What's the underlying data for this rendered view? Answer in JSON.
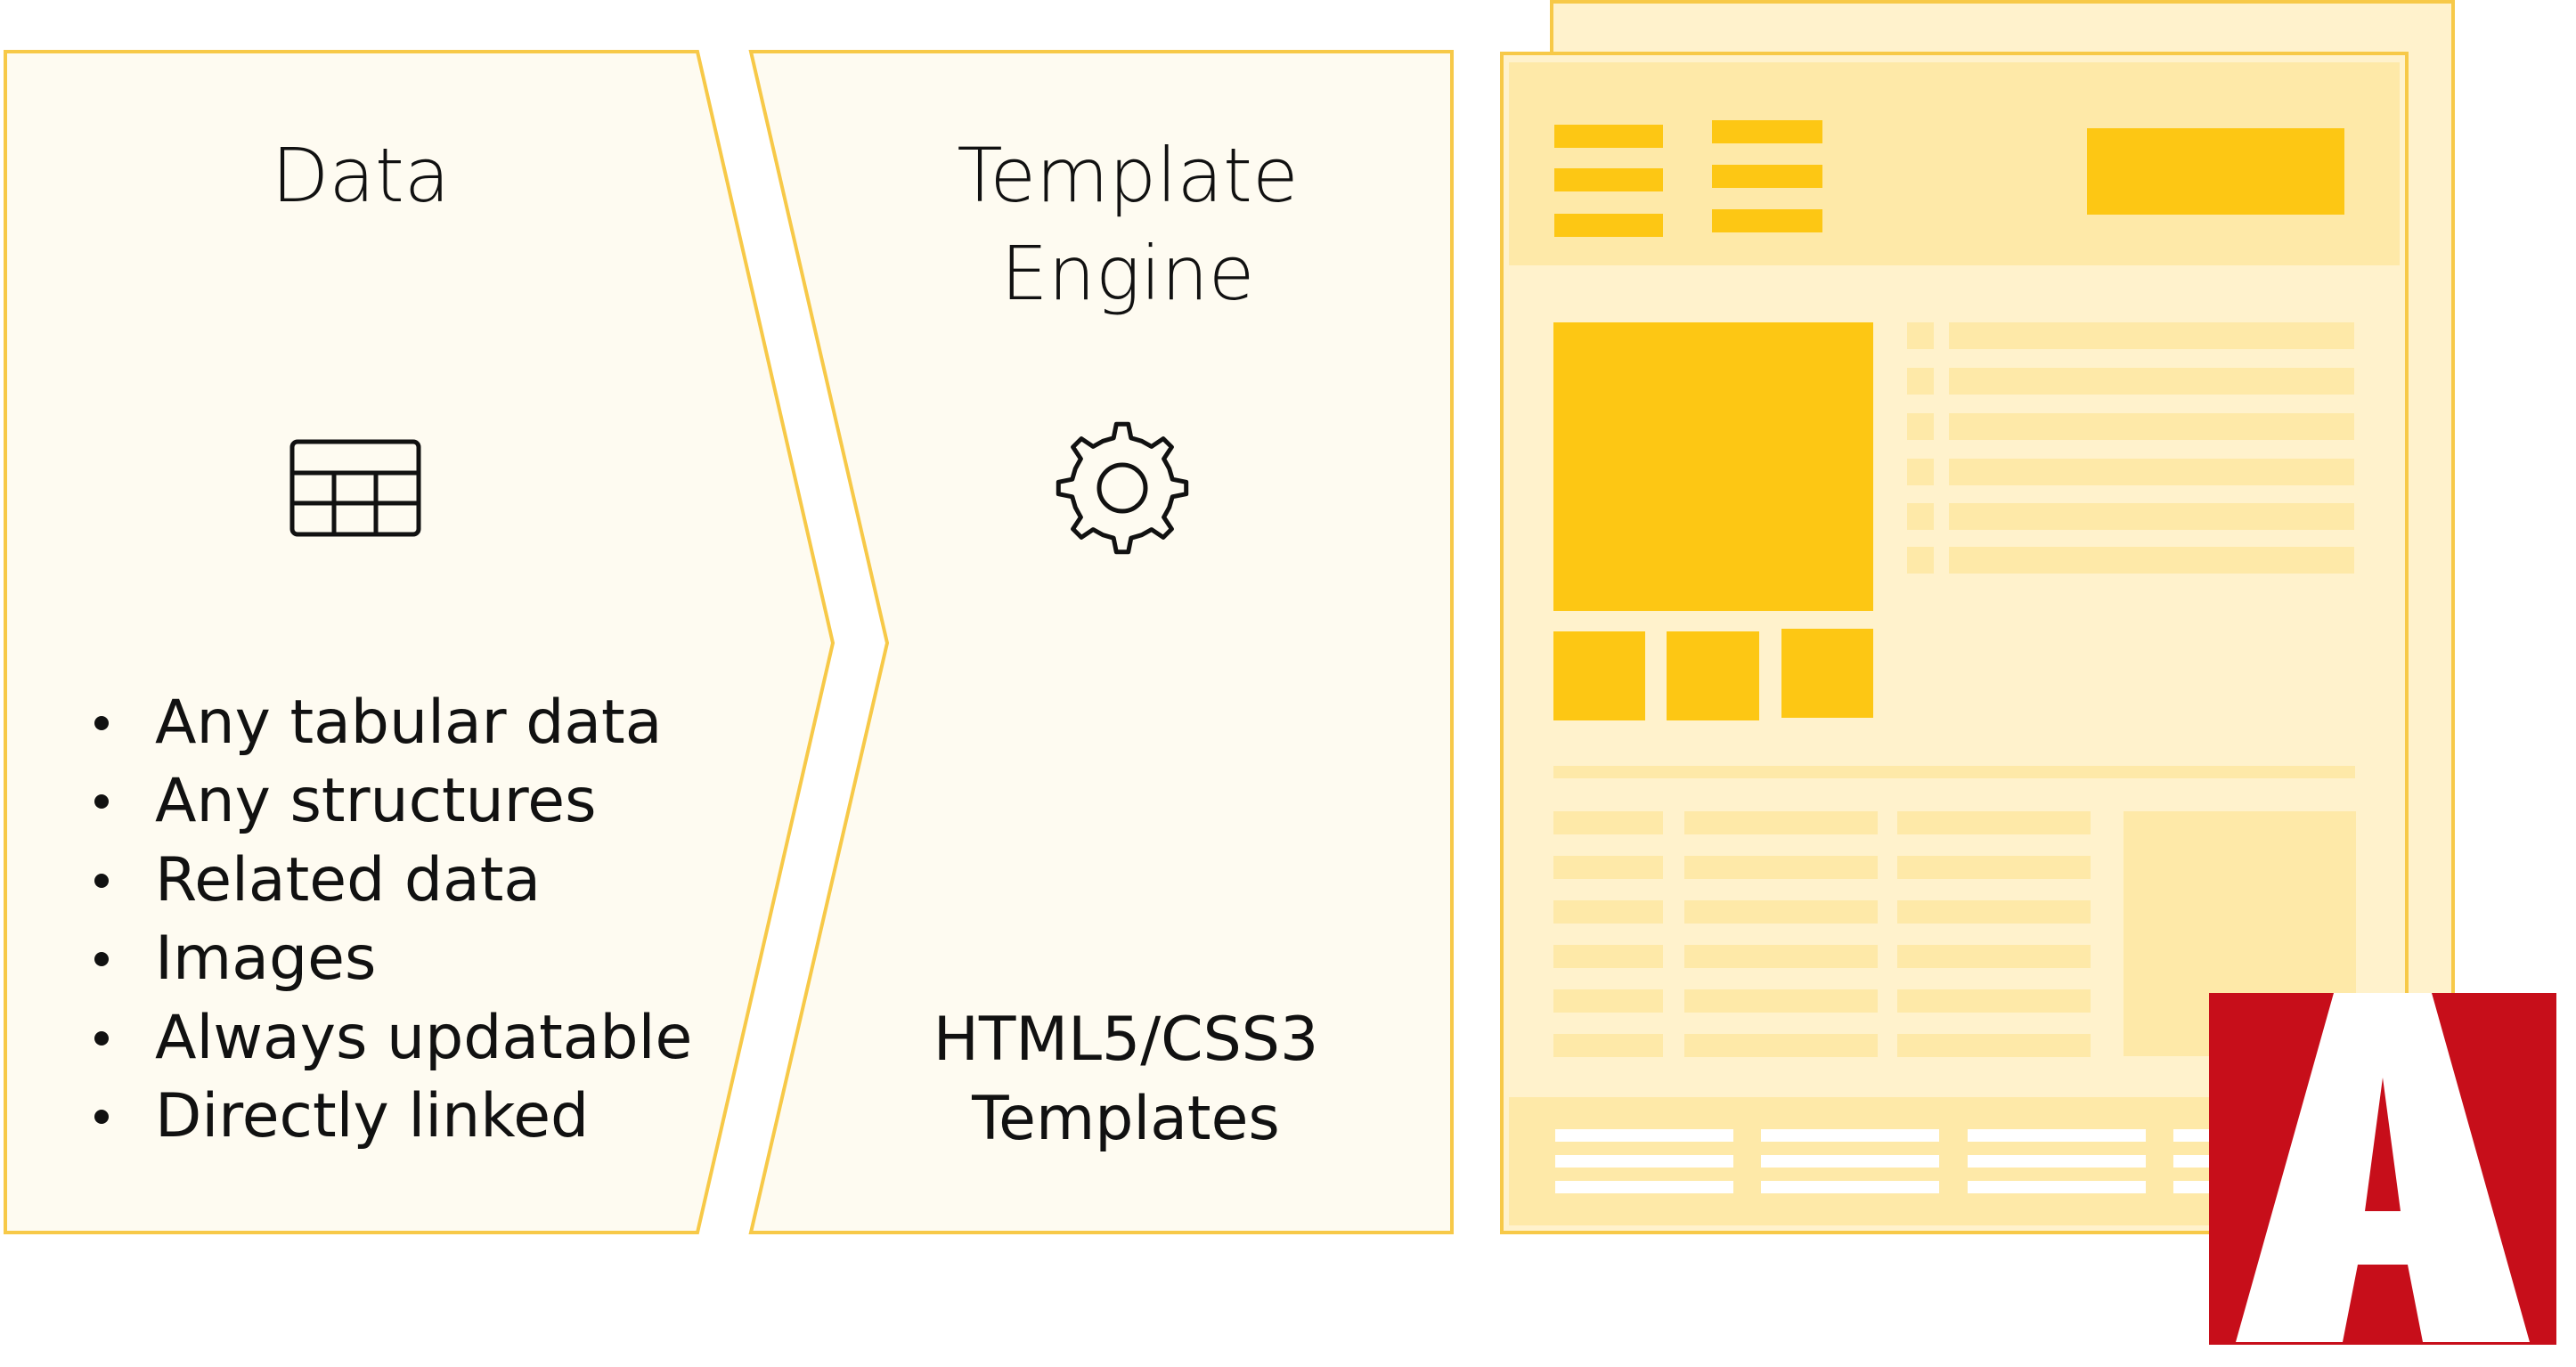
{
  "data_panel": {
    "title": "Data",
    "icon": "table-grid-icon",
    "items": [
      "Any tabular data",
      "Any structures",
      "Related data",
      "Images",
      "Always updatable",
      "Directly linked"
    ]
  },
  "engine_panel": {
    "title_line1": "Template",
    "title_line2": "Engine",
    "icon": "gear-icon",
    "caption_line1": "HTML5/CSS3",
    "caption_line2": "Templates"
  },
  "document_panel": {
    "icon": "document-layout-illustration",
    "logo": "letter-a-logo"
  },
  "colors": {
    "panel_fill": "#FEFBF1",
    "panel_stroke": "#F7C948",
    "accent_yellow": "#FDC714",
    "light_yellow": "#FEE9A8",
    "pale_yellow": "#FFF2CC",
    "logo_red": "#C70E1A"
  }
}
